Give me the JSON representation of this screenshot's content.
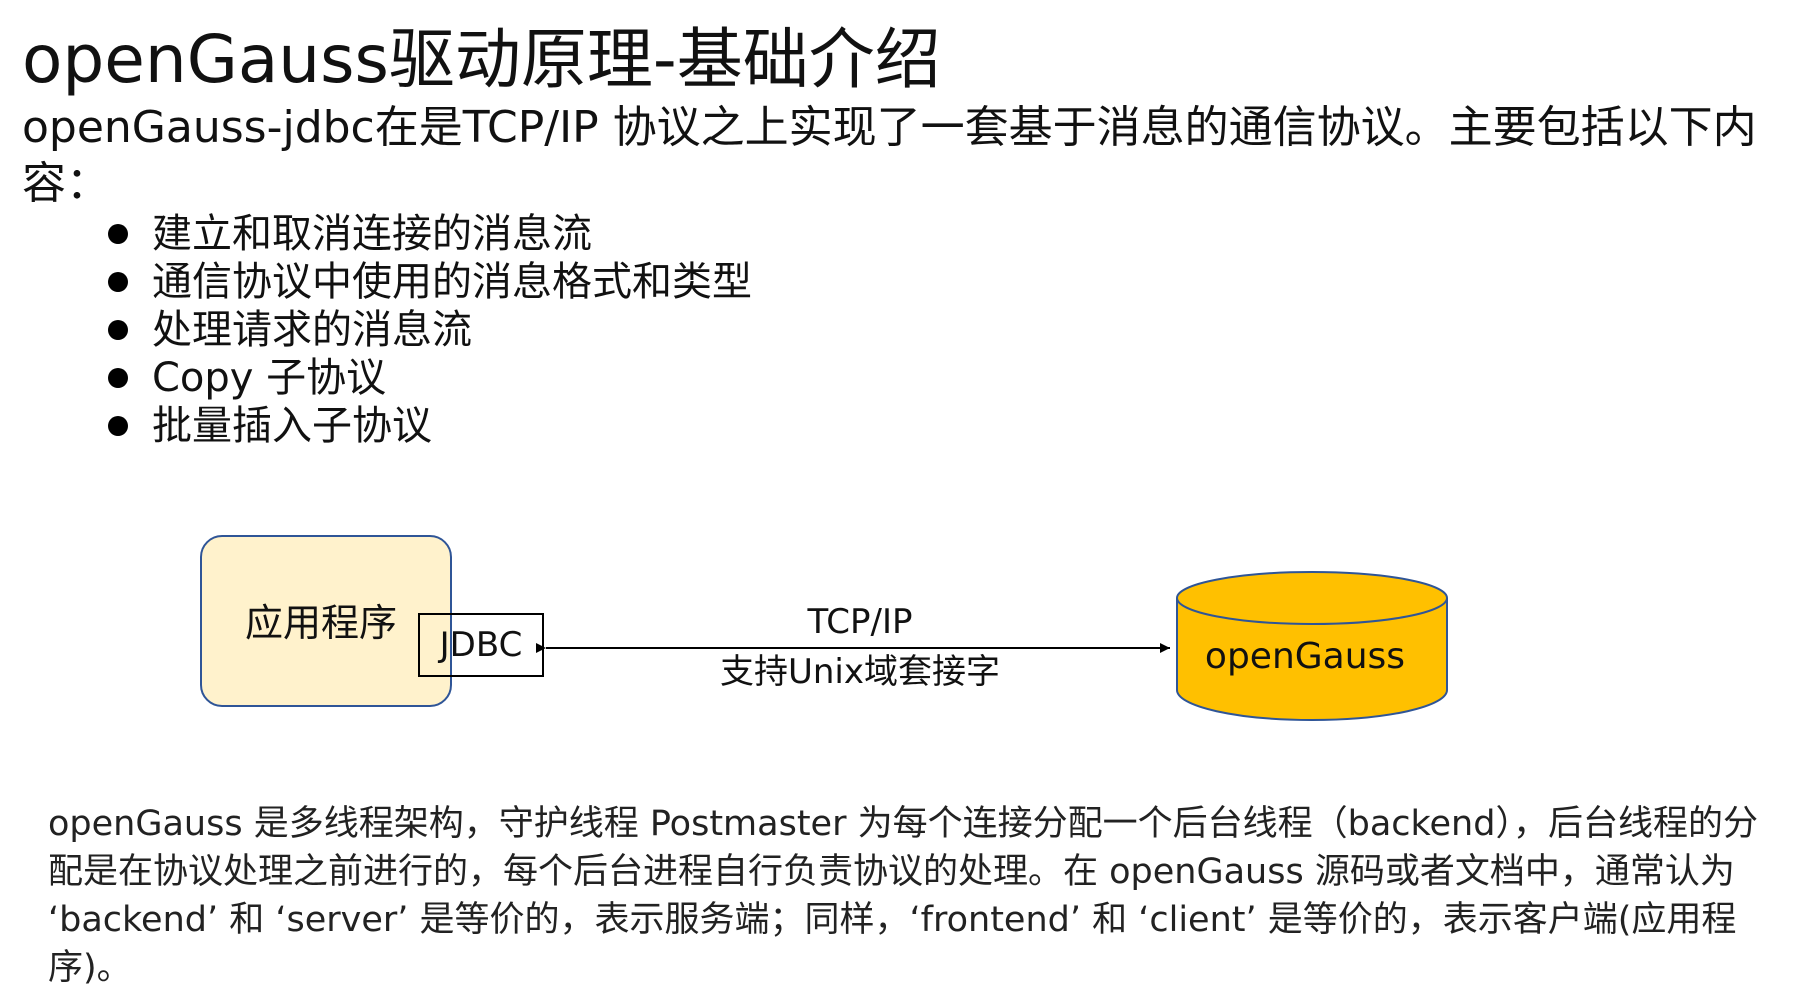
{
  "title": "openGauss驱动原理-基础介绍",
  "intro": "openGauss-jdbc在是TCP/IP 协议之上实现了一套基于消息的通信协议。主要包括以下内容：",
  "bullets": [
    "建立和取消连接的消息流",
    "通信协议中使用的消息格式和类型",
    "处理请求的消息流",
    "Copy 子协议",
    "批量插入子协议"
  ],
  "diagram": {
    "app_label": "应用程序",
    "jdbc_label": "JDBC",
    "edge_label_top": "TCP/IP",
    "edge_label_bottom": "支持Unix域套接字",
    "db_label": "openGauss",
    "app_fill": "#fff2cc",
    "app_border": "#2f5597",
    "db_fill": "#ffc000",
    "db_border": "#2f5597"
  },
  "paragraph": "openGauss 是多线程架构，守护线程 Postmaster 为每个连接分配一个后台线程（backend），后台线程的分配是在协议处理之前进行的，每个后台进程自行负责协议的处理。在 openGauss 源码或者文档中，通常认为 ‘backend’ 和 ‘server’ 是等价的，表示服务端；同样，‘frontend’ 和 ‘client’ 是等价的，表示客户端(应用程序)。"
}
